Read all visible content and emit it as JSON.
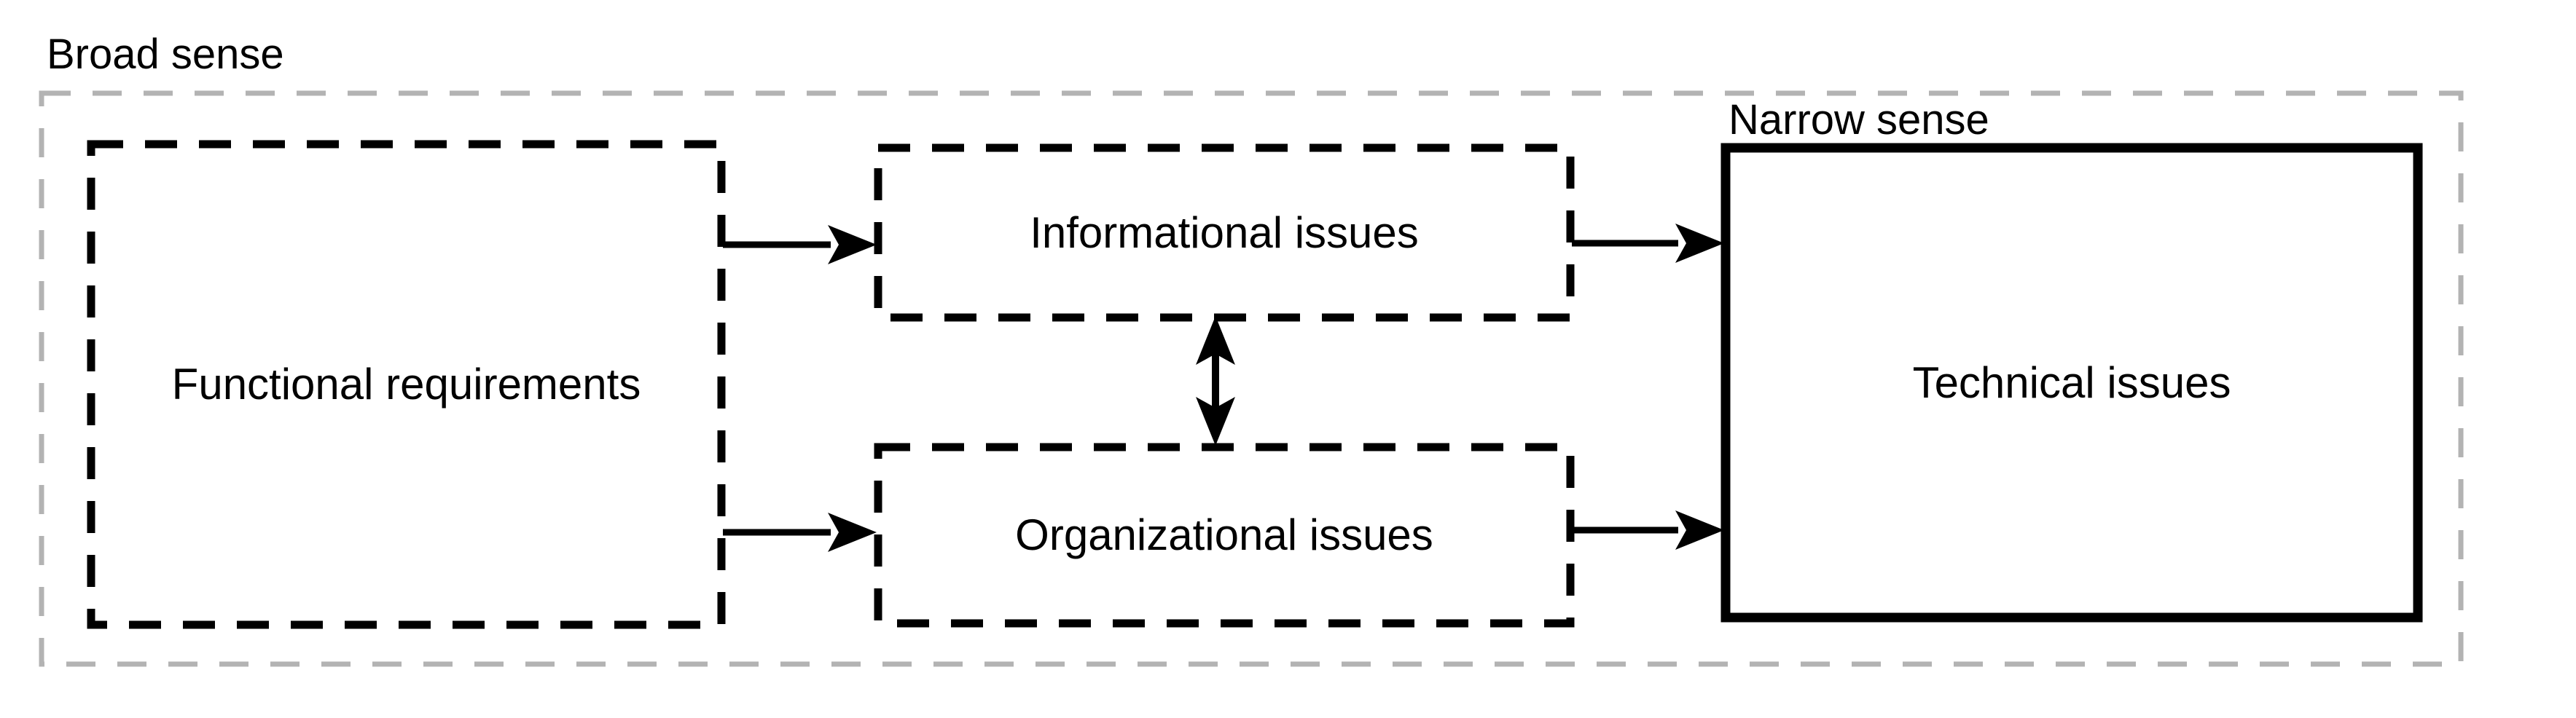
{
  "diagram": {
    "broad_label": "Broad sense",
    "narrow_label": "Narrow sense",
    "boxes": {
      "functional": {
        "label": "Functional requirements",
        "border_style": "dashed"
      },
      "informational": {
        "label": "Informational issues",
        "border_style": "dashed"
      },
      "organizational": {
        "label": "Organizational issues",
        "border_style": "dashed"
      },
      "technical": {
        "label": "Technical issues",
        "border_style": "solid-thick"
      }
    },
    "colors": {
      "outer_container_border": "#b3b3b3",
      "box_border": "#000000",
      "text": "#000000",
      "background": "#ffffff"
    },
    "connections": [
      {
        "from": "functional",
        "to": "informational",
        "type": "arrow"
      },
      {
        "from": "functional",
        "to": "organizational",
        "type": "arrow"
      },
      {
        "from": "informational",
        "to": "technical",
        "type": "arrow"
      },
      {
        "from": "organizational",
        "to": "technical",
        "type": "arrow"
      },
      {
        "from": "informational",
        "to": "organizational",
        "type": "double-arrow"
      }
    ]
  }
}
